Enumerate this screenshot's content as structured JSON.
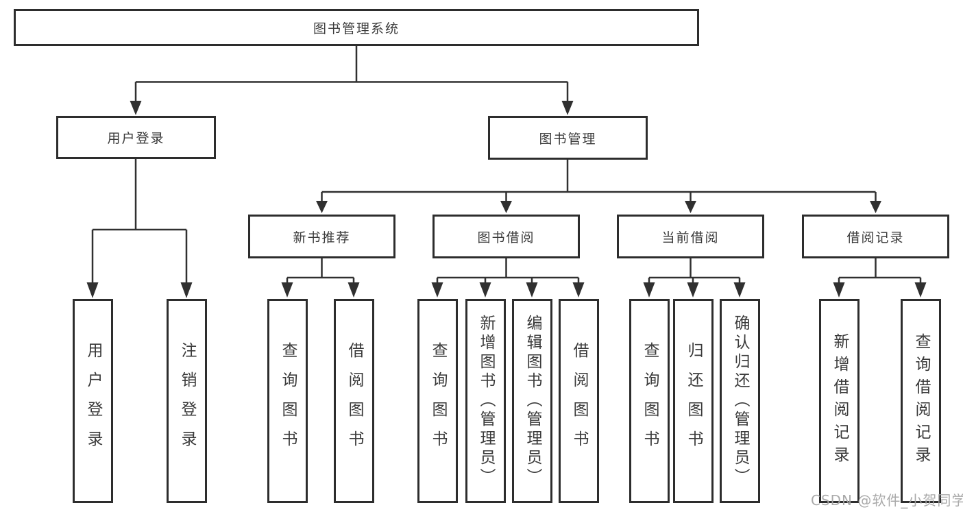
{
  "diagram": {
    "root": {
      "label": "图书管理系统"
    },
    "children": [
      {
        "label": "用户登录",
        "children": [
          {
            "label": "用户登录"
          },
          {
            "label": "注销登录"
          }
        ]
      },
      {
        "label": "图书管理",
        "children": [
          {
            "label": "新书推荐",
            "children": [
              {
                "label": "查询图书"
              },
              {
                "label": "借阅图书"
              }
            ]
          },
          {
            "label": "图书借阅",
            "children": [
              {
                "label": "查询图书"
              },
              {
                "label": "新增图书（管理员）"
              },
              {
                "label": "编辑图书（管理员）"
              },
              {
                "label": "借阅图书"
              }
            ]
          },
          {
            "label": "当前借阅",
            "children": [
              {
                "label": "查询图书"
              },
              {
                "label": "归还图书"
              },
              {
                "label": "确认归还（管理员）"
              }
            ]
          },
          {
            "label": "借阅记录",
            "children": [
              {
                "label": "新增借阅记录"
              },
              {
                "label": "查询借阅记录"
              }
            ]
          }
        ]
      }
    ]
  },
  "watermark": {
    "text": "CSDN @软件_小贺同学"
  },
  "colors": {
    "background": "#ffffff",
    "line": "#303030",
    "box_border": "#2d2d2d",
    "text": "#3a3a3a",
    "watermark": "#a5a5a5"
  }
}
